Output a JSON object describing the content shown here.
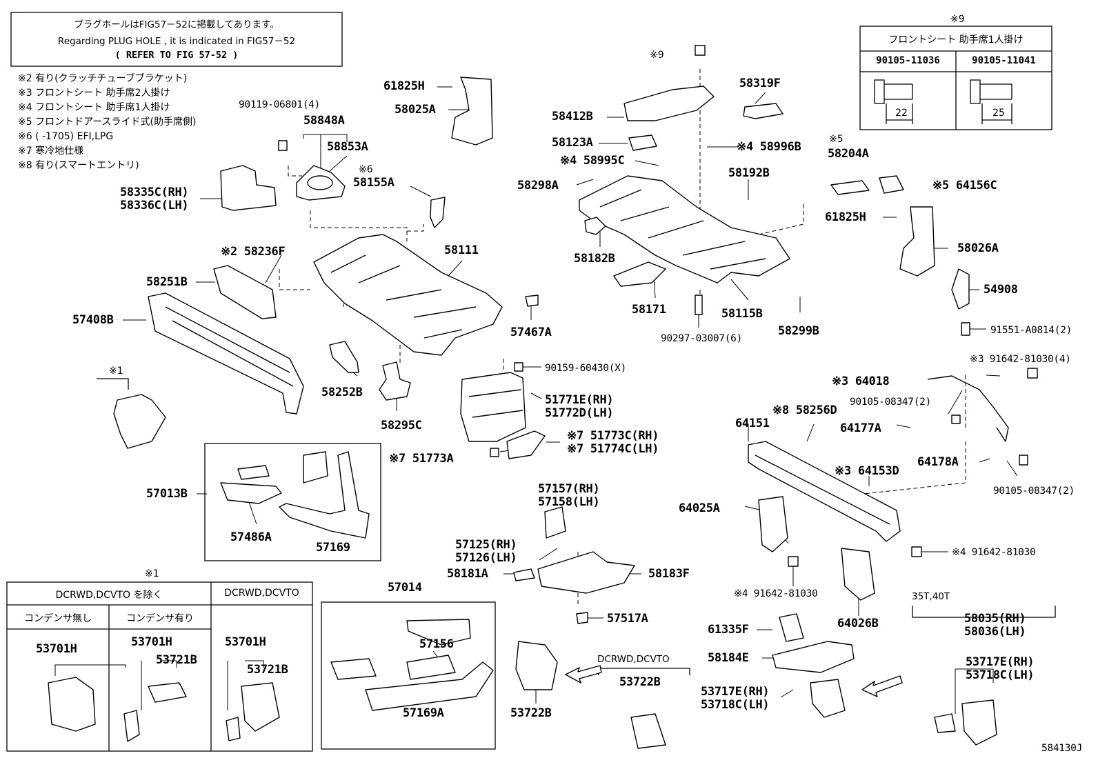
{
  "notice": {
    "line1": "プラグホールはFIG57－52に掲載してあります。",
    "line2": "Regarding PLUG HOLE , it is indicated in FIG57－52",
    "line3": "(      REFER TO FIG 57-52       )"
  },
  "notes": [
    "※2 有り(クラッチチューブブラケット)",
    "※3 フロントシート 助手席2人掛け",
    "※4 フロントシート 助手席1人掛け",
    "※5 フロントドアースライド式(助手席側)",
    "※6 (     -1705) EFI,LPG",
    "※7 寒冷地仕様",
    "※8 有り(スマートエントリ)"
  ],
  "spec_table": {
    "mark": "※9",
    "header": "フロントシート 助手席1人掛け",
    "col1": "90105-11036",
    "col2": "90105-11041",
    "dim1": "22",
    "dim2": "25"
  },
  "condition_table": {
    "mark": "※1",
    "group1": "DCRWD,DCVTO を除く",
    "group2": "DCRWD,DCVTO",
    "sub1": "コンデンサ無し",
    "sub2": "コンデンサ有り",
    "p1": "53701H",
    "p2": "53701H",
    "p3": "53721B",
    "p4": "53701H",
    "p5": "53721B"
  },
  "labels": {
    "l61825H_a": "61825H",
    "l58025A": "58025A",
    "l90119": "90119-06801(4)",
    "l58848A": "58848A",
    "l58853A": "58853A",
    "l58155A_mark": "※6",
    "l58155A": "58155A",
    "l58335C": "58335C(RH)",
    "l58336C": "58336C(LH)",
    "l58236F": "※2 58236F",
    "l58251B": "58251B",
    "l58111": "58111",
    "l57408B": "57408B",
    "l57467A": "57467A",
    "l58252B": "58252B",
    "l58295C": "58295C",
    "m1": "※1",
    "l9_mark": "※9",
    "l58412B": "58412B",
    "l58319F": "58319F",
    "l58123A": "58123A",
    "l58996B": "※4 58996B",
    "l58995C": "※4 58995C",
    "l58298A": "58298A",
    "l58192B": "58192B",
    "l58182B": "58182B",
    "l58171": "58171",
    "l58115B": "58115B",
    "l58299B": "58299B",
    "l90297": "90297-03007(6)",
    "l58204A_mark": "※5",
    "l58204A": "58204A",
    "l64156C": "※5 64156C",
    "l61825H_b": "61825H",
    "l58026A": "58026A",
    "l54908": "54908",
    "l91551": "91551-A0814(2)",
    "l90159": "90159-60430(X)",
    "l51771E": "51771E(RH)",
    "l51772D": "51772D(LH)",
    "l51773A": "※7 51773A",
    "l51773C": "※7 51773C(RH)",
    "l51774C": "※7 51774C(LH)",
    "l57013B": "57013B",
    "l57486A": "57486A",
    "l57169": "57169",
    "l57157": "57157(RH)",
    "l57158": "57158(LH)",
    "l57125": "57125(RH)",
    "l57126": "57126(LH)",
    "l58181A": "58181A",
    "l58183F": "58183F",
    "l57517A": "57517A",
    "l57014": "57014",
    "l57156": "57156",
    "l57169A": "57169A",
    "l53722B_a": "53722B",
    "l_dcr": "DCRWD,DCVTO",
    "l53722B_b": "53722B",
    "l91642_top": "※3 91642-81030(4)",
    "l64018": "※3 64018",
    "l90105_a": "90105-08347(2)",
    "l58256D": "※8 58256D",
    "l64151": "64151",
    "l64177A": "64177A",
    "l64178A": "64178A",
    "l64153D": "※3 64153D",
    "l90105_b": "90105-08347(2)",
    "l64025A": "64025A",
    "l91642_r": "※4 91642-81030",
    "l91642_b": "※4 91642-81030",
    "l64026B": "64026B",
    "l61335F": "61335F",
    "l58184E": "58184E",
    "l53717E_a": "53717E(RH)",
    "l53718C_a": "53718C(LH)",
    "l35T": "35T,40T",
    "l58035": "58035(RH)",
    "l58036": "58036(LH)",
    "l53717E_b": "53717E(RH)",
    "l53718C_b": "53718C(LH)",
    "fig": "584130J"
  }
}
